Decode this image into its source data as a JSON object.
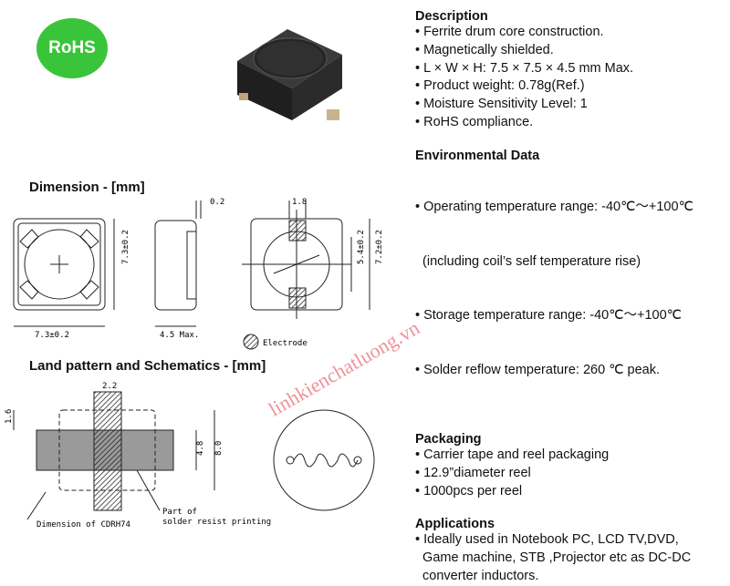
{
  "badge": {
    "label": "RoHS",
    "color": "#3ac43a"
  },
  "description": {
    "title": "Description",
    "items": [
      "• Ferrite drum core construction.",
      "• Magnetically shielded.",
      "• L × W × H: 7.5 × 7.5 × 4.5 mm Max.",
      "• Product weight: 0.78g(Ref.)",
      "• Moisture Sensitivity Level: 1",
      "• RoHS compliance."
    ]
  },
  "environmental": {
    "title": "Environmental Data",
    "items": [
      "• Operating temperature range: -40℃～+100℃",
      "  (including coil’s self temperature rise)",
      "• Storage temperature range: -40℃～+100℃",
      "• Solder reflow temperature: 260 ℃ peak."
    ]
  },
  "packaging": {
    "title": "Packaging",
    "items": [
      "• Carrier tape and reel packaging",
      "• 12.9”diameter reel",
      "• 1000pcs per reel"
    ]
  },
  "applications": {
    "title": "Applications",
    "items": [
      "• Ideally used in Notebook PC, LCD TV,DVD,",
      "  Game machine, STB ,Projector etc as DC-DC",
      "  converter inductors."
    ]
  },
  "dimension": {
    "title": "Dimension -  [mm]",
    "labels": {
      "gap": "0.2",
      "height_a": "7.3±0.2",
      "width_a": "7.3±0.2",
      "depth": "4.5 Max.",
      "electrode_w": "1.8",
      "inner": "5.4±0.2",
      "height_b": "7.2±0.2",
      "electrode": "Electrode"
    }
  },
  "land": {
    "title": "Land pattern and Schematics -  [mm]",
    "labels": {
      "w": "2.2",
      "left": "1.6",
      "h1": "4.8",
      "h2": "8.0",
      "note1": "Dimension of CDRH74",
      "note2a": "Part of",
      "note2b": "solder resist printing"
    }
  },
  "watermark": "linhkienchatluong.vn"
}
